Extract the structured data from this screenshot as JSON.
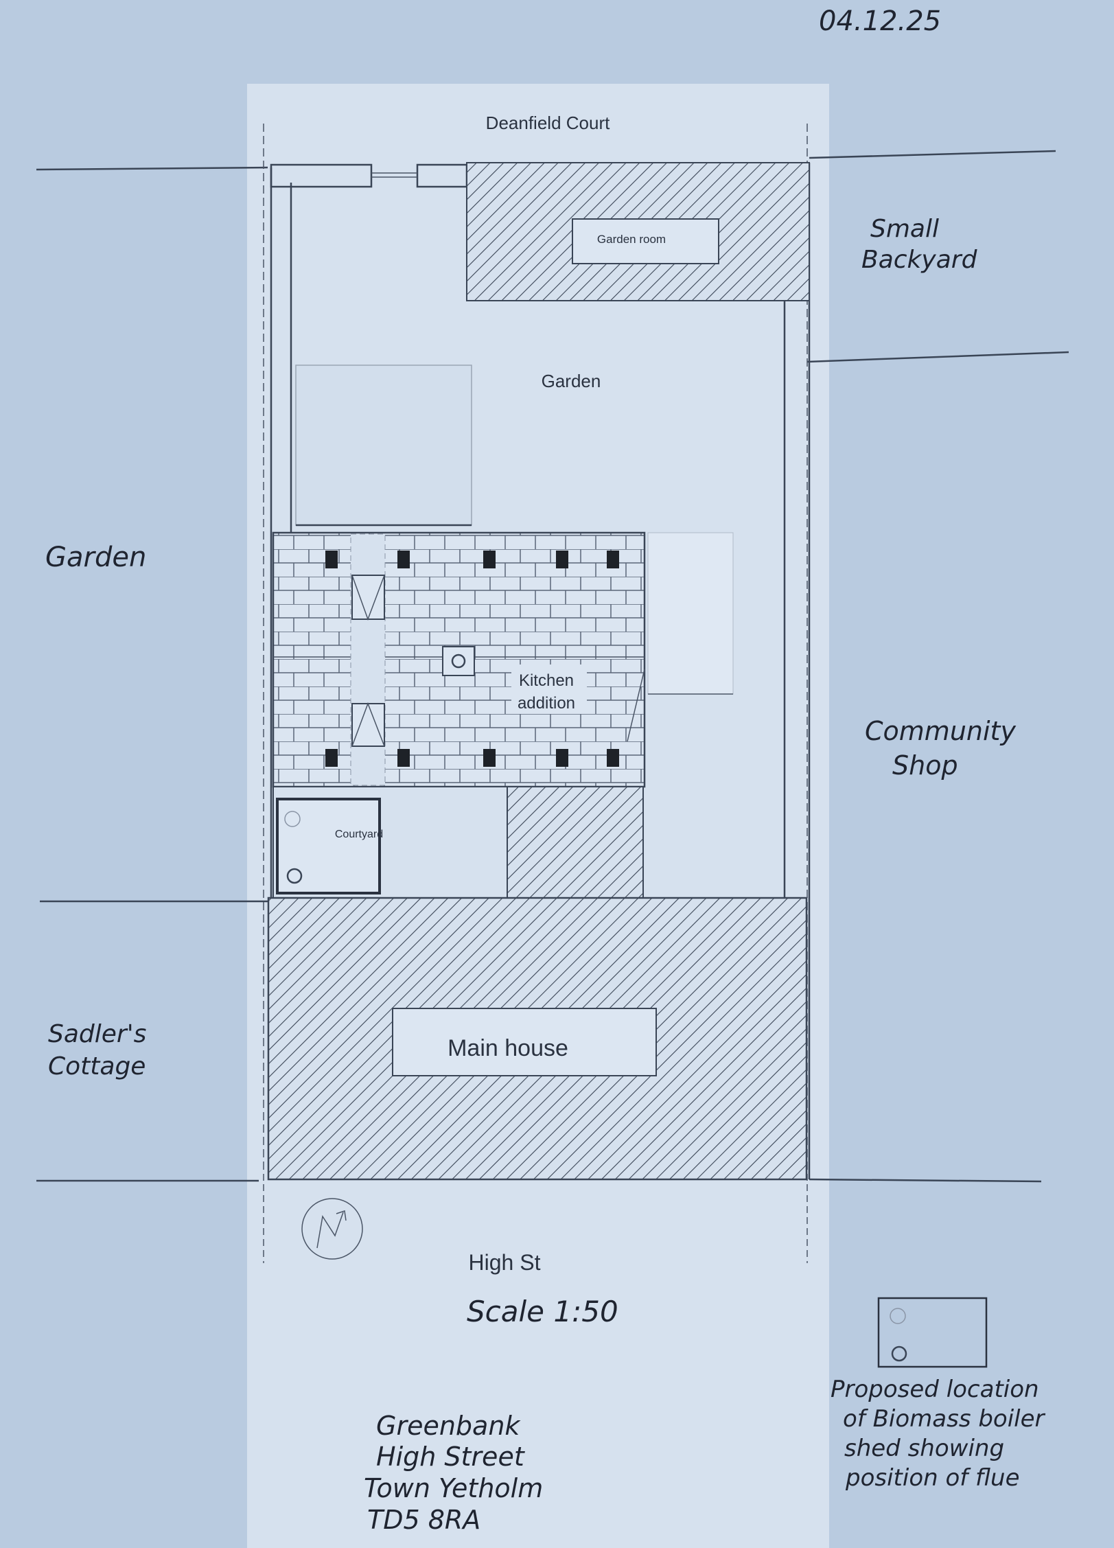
{
  "date": "04.12.25",
  "streets": {
    "top": "Deanfield Court",
    "bottom": "High St"
  },
  "plan_labels": {
    "garden_room": "Garden room",
    "garden": "Garden",
    "kitchen_line1": "Kitchen",
    "kitchen_line2": "addition",
    "courtyard": "Courtyard",
    "main_house": "Main house"
  },
  "neighbours": {
    "small_backyard_line1": "Small",
    "small_backyard_line2": "Backyard",
    "garden_left": "Garden",
    "community_shop_line1": "Community",
    "community_shop_line2": "Shop",
    "sadlers_line1": "Sadler's",
    "sadlers_line2": "Cottage"
  },
  "scale": "Scale 1:50",
  "address": [
    "Greenbank",
    "High Street",
    "Town Yetholm",
    "TD5 8RA"
  ],
  "legend": {
    "lines": [
      "Proposed location",
      "of Biomass boiler",
      "shed showing",
      "position of flue"
    ]
  },
  "colors": {
    "paper": "#dce6f2",
    "background": "#b9cbe0",
    "ink": "#2a3240"
  }
}
